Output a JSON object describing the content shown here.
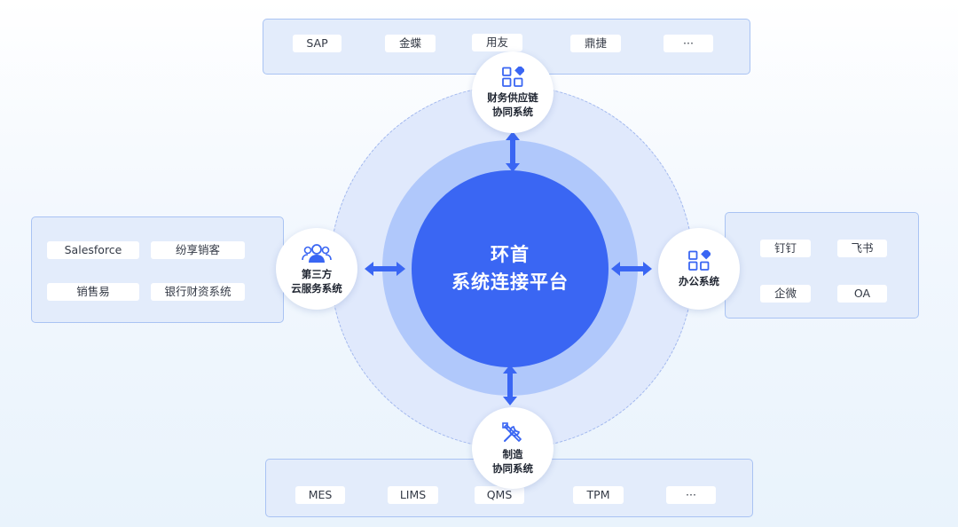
{
  "platform": {
    "line1": "环首",
    "line2": "系统连接平台"
  },
  "nodes": {
    "finance": {
      "line1": "财务供应链",
      "line2": "协同系统",
      "icon": "apps-icon"
    },
    "office": {
      "line1": "办公系统",
      "icon": "apps-icon"
    },
    "manufacturing": {
      "line1": "制造",
      "line2": "协同系统",
      "icon": "tools-icon"
    },
    "cloud": {
      "line1": "第三方",
      "line2": "云服务系统",
      "icon": "users-icon"
    }
  },
  "groups": {
    "finance": [
      "SAP",
      "金蝶",
      "用友",
      "鼎捷",
      "···"
    ],
    "office": [
      "钉钉",
      "飞书",
      "企微",
      "OA"
    ],
    "cloud": [
      "Salesforce",
      "纷享销客",
      "销售易",
      "银行财资系统"
    ],
    "manufacturing": [
      "MES",
      "LIMS",
      "QMS",
      "TPM",
      "···"
    ]
  },
  "colors": {
    "core": "#3a66f3",
    "ring_mid": "#b0c8fb",
    "ring_outer": "#e0e9fc",
    "panel": "#e3ecfb",
    "arrow": "#3a66f3"
  }
}
